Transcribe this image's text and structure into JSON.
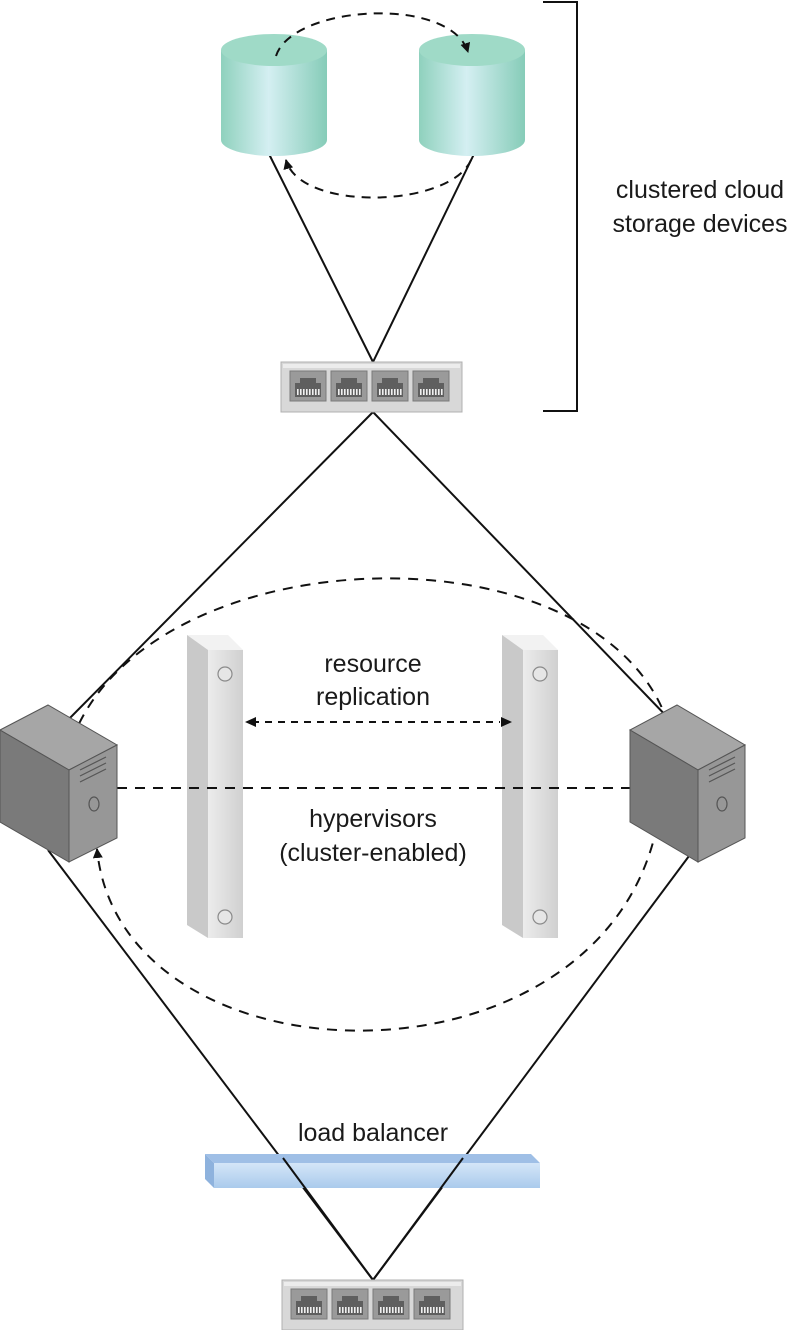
{
  "labels": {
    "storage_line1": "clustered cloud",
    "storage_line2": "storage devices",
    "replication_line1": "resource",
    "replication_line2": "replication",
    "hypervisors_line1": "hypervisors",
    "hypervisors_line2": "(cluster-enabled)",
    "load_balancer": "load balancer"
  },
  "icons": {
    "storage": "cloud-storage-device-icon",
    "switch": "network-switch-icon",
    "server": "physical-server-icon",
    "hypervisor": "hypervisor-panel-icon",
    "load_balancer": "load-balancer-icon"
  },
  "colors": {
    "storage_fill": "#a8dccb",
    "storage_highlight": "#d2eff0",
    "switch_fill": "#d9d9d9",
    "server_fill": "#8c8c8c",
    "hypervisor_fill": "#e4e4e4",
    "load_balancer_fill": "#b9d3f0"
  }
}
